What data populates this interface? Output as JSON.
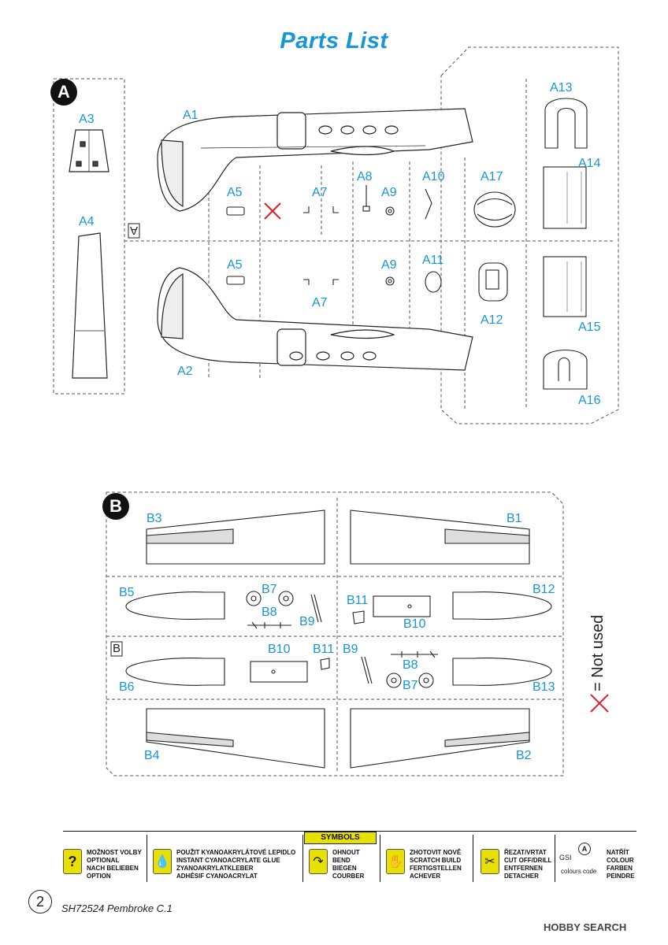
{
  "title": "Parts List",
  "sprues": {
    "a": {
      "badge": "A",
      "gate_letter": "A"
    },
    "b": {
      "badge": "B",
      "gate_letter": "B"
    }
  },
  "labels_a": {
    "A1": "A1",
    "A2": "A2",
    "A3": "A3",
    "A4": "A4",
    "A5a": "A5",
    "A5b": "A5",
    "A7a": "A7",
    "A7b": "A7",
    "A8": "A8",
    "A9a": "A9",
    "A9b": "A9",
    "A10": "A10",
    "A11": "A11",
    "A12": "A12",
    "A13": "A13",
    "A14": "A14",
    "A15": "A15",
    "A16": "A16",
    "A17": "A17"
  },
  "labels_b": {
    "B1": "B1",
    "B2": "B2",
    "B3": "B3",
    "B4": "B4",
    "B5": "B5",
    "B6": "B6",
    "B7a": "B7",
    "B7b": "B7",
    "B8a": "B8",
    "B8b": "B8",
    "B9a": "B9",
    "B9b": "B9",
    "B10a": "B10",
    "B10b": "B10",
    "B11a": "B11",
    "B11b": "B11",
    "B12": "B12",
    "B13": "B13"
  },
  "not_used": "= Not used",
  "accent_color": "#1496d8",
  "legend": {
    "header": "SYMBOLS",
    "optional": [
      "MOŽNOST VOLBY",
      "OPTIONAL",
      "NACH BELIEBEN",
      "OPTION"
    ],
    "glue": [
      "POUŽIT KYANOAKRYLÁTOVÉ LEPIDLO",
      "INSTANT CYANOACRYLATE GLUE",
      "ZYANOAKRYLATKLEBER",
      "ADHÉSIF CYANOACRYLAT"
    ],
    "bend": [
      "OHNOUT",
      "BEND",
      "BIEGEN",
      "COURBER"
    ],
    "scratch": [
      "ZHOTOVIT NOVĚ",
      "SCRATCH BUILD",
      "FERTIGSTELLEN",
      "ACHEVER"
    ],
    "cut": [
      "ŘEZAT/VRTAT",
      "CUT OFF/DRILL",
      "ENTFERNEN",
      "DETACHER"
    ],
    "gsi": "GSI",
    "gsi_code": "colours code",
    "gsi_badge": "A",
    "paint": [
      "NATŘÍT",
      "COLOUR",
      "FARBEN",
      "PEINDRE"
    ]
  },
  "footer": {
    "page": "2",
    "text": "SH72524  Pembroke C.1"
  },
  "watermark": "HOBBY SEARCH"
}
